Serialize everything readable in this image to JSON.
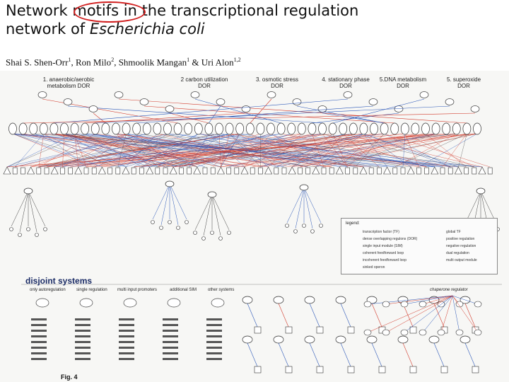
{
  "title": {
    "line1_a": "Network ",
    "line1_b": "motifs",
    "line1_c": " in the transcriptional regulation",
    "line2_a": "network of ",
    "line2_b": "Escherichia coli"
  },
  "authors": {
    "a1": "Shai S. Shen-Orr",
    "a1_sup": "1",
    "a2": ", Ron Milo",
    "a2_sup": "2",
    "a3": ", Shmoolik Mangan",
    "a3_sup": "1",
    "a4": " & Uri Alon",
    "a4_sup": "1,2"
  },
  "figure": {
    "categories": [
      "1. anaerobic/aerobic\nmetabolism DOR",
      "2 carbon utilization\nDOR",
      "3. osmotic stress\nDOR",
      "4. stationary phase\nDOR",
      "5.DNA metabolism\nDOR",
      "5. superoxide\nDOR"
    ],
    "disjoint_title": "disjoint systems",
    "columns": [
      "only autoregulation",
      "single regulation",
      "multi input promoters",
      "additional SIM",
      "other systems"
    ],
    "legend": {
      "title": "legend:",
      "items": [
        "transcription factor (TF)",
        "dense overlapping regulons (DOR)",
        "single input module (SIM)",
        "coherent feedforward loop",
        "incoherent feedforward loop",
        "sinked operon",
        "global TF",
        "positive regulation",
        "negative regulation",
        "dual regulation",
        "multi output module"
      ]
    },
    "chaperone_label": "chaperone regulator",
    "fig_label": "Fig. 4",
    "colors": {
      "positive": "#d23b2c",
      "negative": "#2b57b8",
      "dual": "#555555",
      "accent_circle": "#d11f1f"
    }
  }
}
